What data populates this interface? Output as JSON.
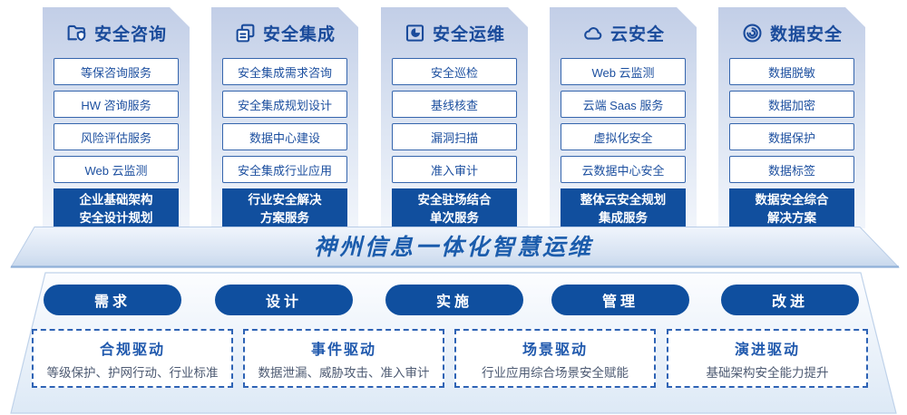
{
  "colors": {
    "deep_blue": "#114f9e",
    "navy_text": "#1a4b9b",
    "item_border": "#3565ad",
    "panel_top": "#c2cee7",
    "banner_text": "#1b5cac",
    "driver_border": "#2e63b5",
    "driver_title": "#2059ad",
    "driver_desc": "#4d5a72"
  },
  "columns": [
    {
      "title": "安全咨询",
      "icon": "folder-shield-icon",
      "items": [
        "等保咨询服务",
        "HW 咨询服务",
        "风险评估服务",
        "Web 云监测"
      ],
      "highlight": [
        "企业基础架构",
        "安全设计规划"
      ]
    },
    {
      "title": "安全集成",
      "icon": "copy-documents-icon",
      "items": [
        "安全集成需求咨询",
        "安全集成规划设计",
        "数据中心建设",
        "安全集成行业应用"
      ],
      "highlight": [
        "行业安全解决",
        "方案服务"
      ]
    },
    {
      "title": "安全运维",
      "icon": "folder-pie-icon",
      "items": [
        "安全巡检",
        "基线核查",
        "漏洞扫描",
        "准入审计"
      ],
      "highlight": [
        "安全驻场结合",
        "单次服务"
      ]
    },
    {
      "title": "云安全",
      "icon": "cloud-icon",
      "items": [
        "Web 云监测",
        "云端 Saas 服务",
        "虚拟化安全",
        "云数据中心安全"
      ],
      "highlight": [
        "整体云安全规划",
        "集成服务"
      ]
    },
    {
      "title": "数据安全",
      "icon": "fingerprint-icon",
      "items": [
        "数据脱敏",
        "数据加密",
        "数据保护",
        "数据标签"
      ],
      "highlight": [
        "数据安全综合",
        "解决方案"
      ]
    }
  ],
  "banner": {
    "title": "神州信息一体化智慧运维"
  },
  "process": [
    "需求",
    "设计",
    "实施",
    "管理",
    "改进"
  ],
  "drivers": [
    {
      "title": "合规驱动",
      "desc": "等级保护、护网行动、行业标准"
    },
    {
      "title": "事件驱动",
      "desc": "数据泄漏、威胁攻击、准入审计"
    },
    {
      "title": "场景驱动",
      "desc": "行业应用综合场景安全赋能"
    },
    {
      "title": "演进驱动",
      "desc": "基础架构安全能力提升"
    }
  ]
}
